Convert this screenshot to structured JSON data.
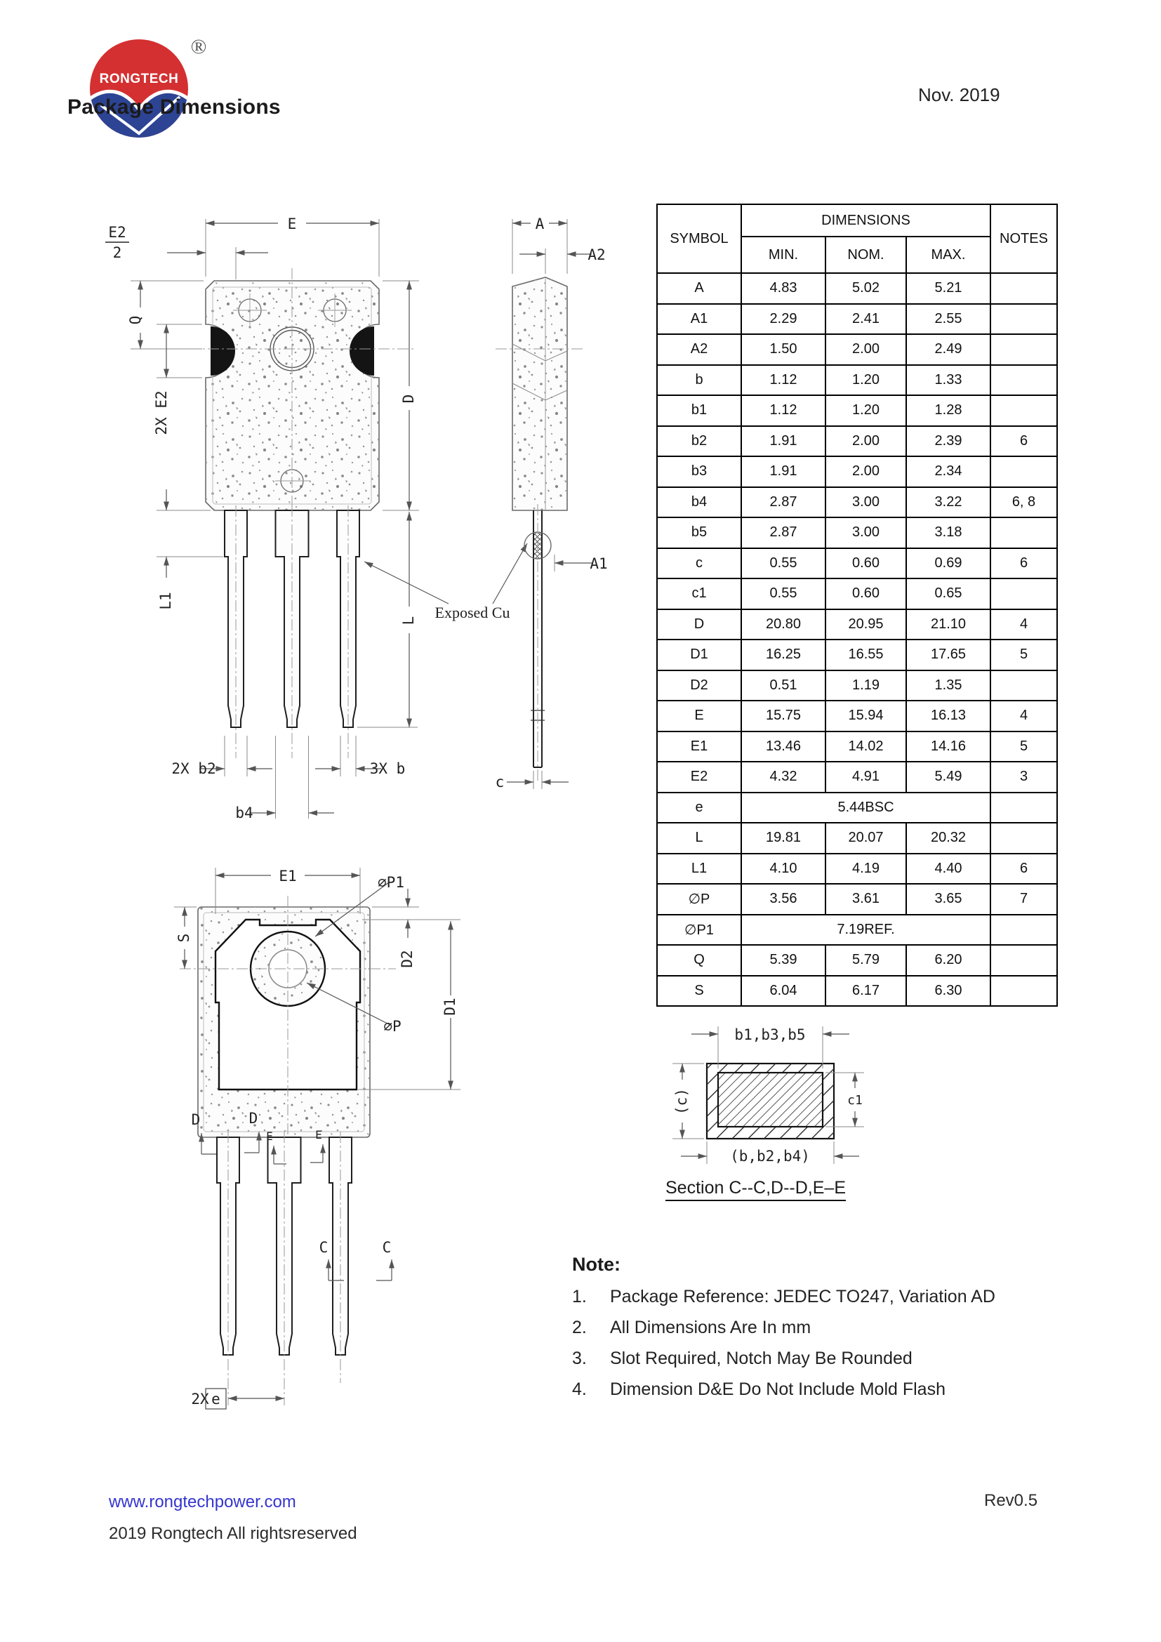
{
  "page": {
    "date": "Nov. 2019",
    "title": "Package Dimensions",
    "logo": {
      "brand": "RONGTECH",
      "registered_mark": "®"
    },
    "footer": {
      "website": "www.rongtechpower.com",
      "copyright": "2019 Rongtech All rightsreserved",
      "revision": "Rev0.5"
    }
  },
  "table": {
    "header": {
      "symbol": "SYMBOL",
      "dimensions": "DIMENSIONS",
      "min": "MIN.",
      "nom": "NOM.",
      "max": "MAX.",
      "notes": "NOTES"
    },
    "rows": [
      {
        "symbol": "A",
        "min": "4.83",
        "nom": "5.02",
        "max": "5.21",
        "notes": ""
      },
      {
        "symbol": "A1",
        "min": "2.29",
        "nom": "2.41",
        "max": "2.55",
        "notes": ""
      },
      {
        "symbol": "A2",
        "min": "1.50",
        "nom": "2.00",
        "max": "2.49",
        "notes": ""
      },
      {
        "symbol": "b",
        "min": "1.12",
        "nom": "1.20",
        "max": "1.33",
        "notes": ""
      },
      {
        "symbol": "b1",
        "min": "1.12",
        "nom": "1.20",
        "max": "1.28",
        "notes": ""
      },
      {
        "symbol": "b2",
        "min": "1.91",
        "nom": "2.00",
        "max": "2.39",
        "notes": "6"
      },
      {
        "symbol": "b3",
        "min": "1.91",
        "nom": "2.00",
        "max": "2.34",
        "notes": ""
      },
      {
        "symbol": "b4",
        "min": "2.87",
        "nom": "3.00",
        "max": "3.22",
        "notes": "6, 8"
      },
      {
        "symbol": "b5",
        "min": "2.87",
        "nom": "3.00",
        "max": "3.18",
        "notes": ""
      },
      {
        "symbol": "c",
        "min": "0.55",
        "nom": "0.60",
        "max": "0.69",
        "notes": "6"
      },
      {
        "symbol": "c1",
        "min": "0.55",
        "nom": "0.60",
        "max": "0.65",
        "notes": ""
      },
      {
        "symbol": "D",
        "min": "20.80",
        "nom": "20.95",
        "max": "21.10",
        "notes": "4"
      },
      {
        "symbol": "D1",
        "min": "16.25",
        "nom": "16.55",
        "max": "17.65",
        "notes": "5"
      },
      {
        "symbol": "D2",
        "min": "0.51",
        "nom": "1.19",
        "max": "1.35",
        "notes": ""
      },
      {
        "symbol": "E",
        "min": "15.75",
        "nom": "15.94",
        "max": "16.13",
        "notes": "4"
      },
      {
        "symbol": "E1",
        "min": "13.46",
        "nom": "14.02",
        "max": "14.16",
        "notes": "5"
      },
      {
        "symbol": "E2",
        "min": "4.32",
        "nom": "4.91",
        "max": "5.49",
        "notes": "3"
      },
      {
        "symbol": "e",
        "span": "5.44BSC",
        "notes": ""
      },
      {
        "symbol": "L",
        "min": "19.81",
        "nom": "20.07",
        "max": "20.32",
        "notes": ""
      },
      {
        "symbol": "L1",
        "min": "4.10",
        "nom": "4.19",
        "max": "4.40",
        "notes": "6"
      },
      {
        "symbol": "∅P",
        "min": "3.56",
        "nom": "3.61",
        "max": "3.65",
        "notes": "7"
      },
      {
        "symbol": "∅P1",
        "span": "7.19REF.",
        "notes": ""
      },
      {
        "symbol": "Q",
        "min": "5.39",
        "nom": "5.79",
        "max": "6.20",
        "notes": ""
      },
      {
        "symbol": "S",
        "min": "6.04",
        "nom": "6.17",
        "max": "6.30",
        "notes": ""
      }
    ]
  },
  "drawings": {
    "front_view": {
      "dim_e": "E",
      "dim_e2_num": "E2",
      "dim_e2_den": "2",
      "dim_q": "Q",
      "dim_2x_e2": "2X E2",
      "dim_d": "D",
      "dim_l1": "L1",
      "dim_l": "L",
      "dim_2x_b2": "2X b2",
      "dim_b4": "b4",
      "dim_3x_b": "3X b",
      "exposed_cu": "Exposed Cu"
    },
    "side_view": {
      "dim_a": "A",
      "dim_a2": "A2",
      "dim_a1": "A1",
      "dim_c": "c"
    },
    "bottom_view": {
      "dim_e1": "E1",
      "dim_s": "S",
      "dim_d2": "D2",
      "dim_d1": "D1",
      "dim_p1": "⌀P1",
      "dim_p": "⌀P",
      "section_d": "D",
      "section_e": "E",
      "section_c": "C",
      "dim_2x": "2X",
      "dim_e_pitch": "e"
    },
    "section_view": {
      "dim_top": "b1,b3,b5",
      "dim_left": "(c)",
      "dim_right": "c1",
      "dim_bottom": "(b,b2,b4)",
      "caption": "Section C--C,D--D,E–E"
    }
  },
  "notes": {
    "title": "Note:",
    "items": [
      {
        "num": "1.",
        "text": "Package Reference: JEDEC TO247, Variation AD"
      },
      {
        "num": "2.",
        "text": "All Dimensions Are In mm"
      },
      {
        "num": "3.",
        "text": "Slot Required, Notch May Be Rounded"
      },
      {
        "num": "4.",
        "text": "Dimension D&E Do Not Include Mold Flash"
      }
    ]
  }
}
